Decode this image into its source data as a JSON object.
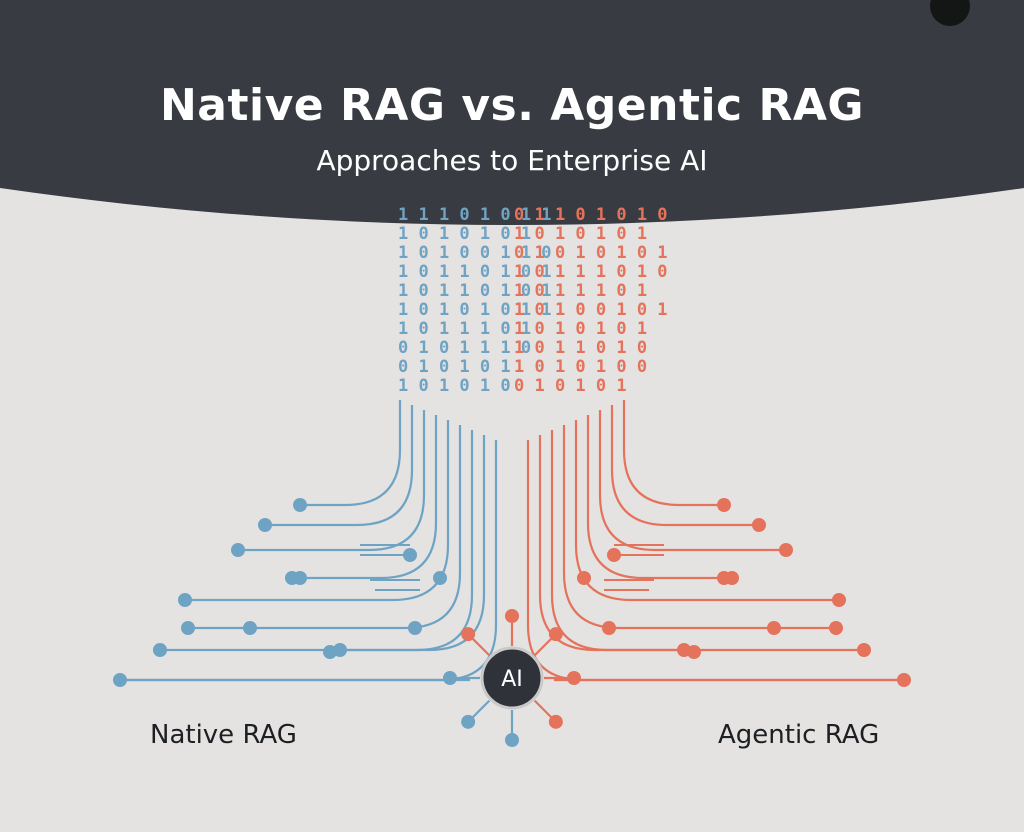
{
  "header": {
    "title": "Native RAG vs. Agentic RAG",
    "subtitle": "Approaches to Enterprise AI"
  },
  "labels": {
    "left": "Native RAG",
    "right": "Agentic RAG"
  },
  "hub": {
    "label": "AI"
  },
  "binary": {
    "left_rows": [
      "1 1 1 0 1 0 1 1",
      "1 0 1 0 1 0 1",
      "1 0 1 0 0 1 1 0",
      "1 0 1 1 0 1 0 1",
      "1 0 1 1 0 1 0 1",
      "1 0 1 0 1 0 1 1",
      "1 0 1 1 1 0 1",
      "0 1 0 1 1 1 0",
      "0 1 0 1 0 1",
      "1 0 1 0 1 0"
    ],
    "right_rows": [
      "0 1 1 0 1 0 1 0",
      "1 0 1 0 1 0 1",
      "0 1 0 1 0 1 0 1",
      "1 0 1 1 1 0 1 0",
      "1 0 1 1 1 0 1",
      "1 0 1 0 0 1 0 1",
      "1 0 1 0 1 0 1",
      "1 0 1 1 0 1 0",
      "1 0 1 0 1 0 0",
      "0 1 0 1 0 1"
    ]
  },
  "colors": {
    "background": "#e4e3e2",
    "header": "#383c42",
    "native": "#6fa3c4",
    "agentic": "#e5735b",
    "hub_fill": "#2f3238",
    "text_dark": "#1d1f22",
    "text_light": "#ffffff"
  }
}
